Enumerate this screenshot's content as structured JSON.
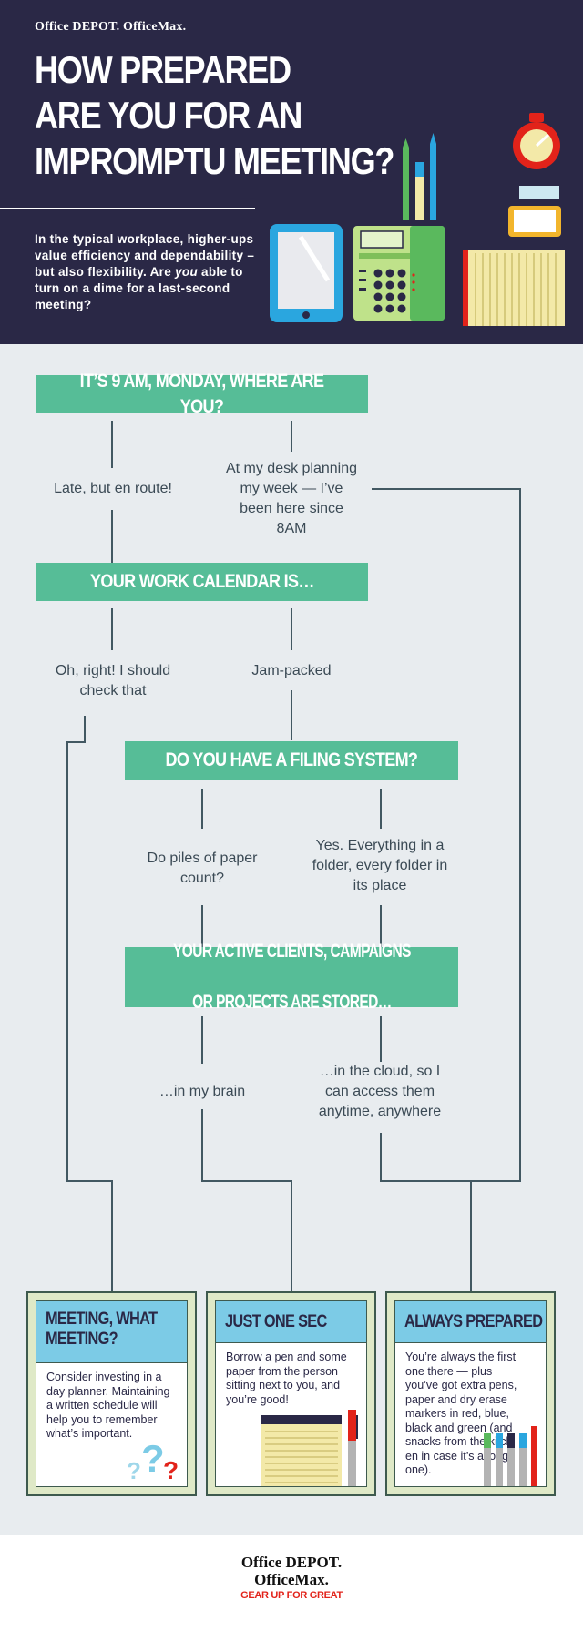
{
  "brand": {
    "top": "Office DEPOT. OfficeMax."
  },
  "header": {
    "title_lines": [
      "HOW PREPARED",
      "ARE YOU FOR AN",
      "IMPROMPTU MEETING?"
    ],
    "intro_pre": "In the typical workplace, higher-ups value efficiency and dependability – but also flexibility. Are ",
    "intro_em": "you",
    "intro_post": " able to turn on a dime for a last-second meeting?"
  },
  "flow": {
    "q1": {
      "question": "IT’S 9 AM, MONDAY, WHERE ARE YOU?",
      "answer_a": "Late, but en route!",
      "answer_b": "At my desk planning my week — I’ve been here since 8AM"
    },
    "q2": {
      "question": "YOUR WORK CALENDAR IS…",
      "answer_a": "Oh, right! I should check that",
      "answer_b": "Jam-packed"
    },
    "q3": {
      "question": "DO YOU HAVE A FILING SYSTEM?",
      "answer_a": "Do piles of paper count?",
      "answer_b": "Yes. Everything in a folder, every folder in its place"
    },
    "q4": {
      "question_line1": "YOUR ACTIVE CLIENTS, CAMPAIGNS",
      "question_line2": "OR PROJECTS ARE STORED…",
      "answer_a": "…in my brain",
      "answer_b": "…in the cloud, so I can access them anytime, anywhere"
    }
  },
  "outcomes": [
    {
      "title_line1": "MEETING, WHAT",
      "title_line2": "MEETING?",
      "body": "Consider investing in a day planner. Maintaining a written schedule will help you to remember what’s important."
    },
    {
      "title_line1": "JUST ONE SEC",
      "title_line2": "",
      "body": "Borrow a pen and some paper from the person sitting next to you, and you’re good!"
    },
    {
      "title_line1": "ALWAYS PREPARED",
      "title_line2": "",
      "body": "You’re always the first one there — plus you’ve got extra pens, paper and dry erase markers in red, blue, black and green (and snacks from the kitch-en in case it’s a long one)."
    }
  ],
  "footer": {
    "line1": "Office DEPOT.",
    "line2": "OfficeMax.",
    "tagline": "GEAR UP FOR GREAT"
  },
  "colors": {
    "navy": "#2a2846",
    "green": "#56bd97",
    "blue": "#7ccbe6",
    "red": "#e2231a",
    "background": "#e8ecef"
  }
}
